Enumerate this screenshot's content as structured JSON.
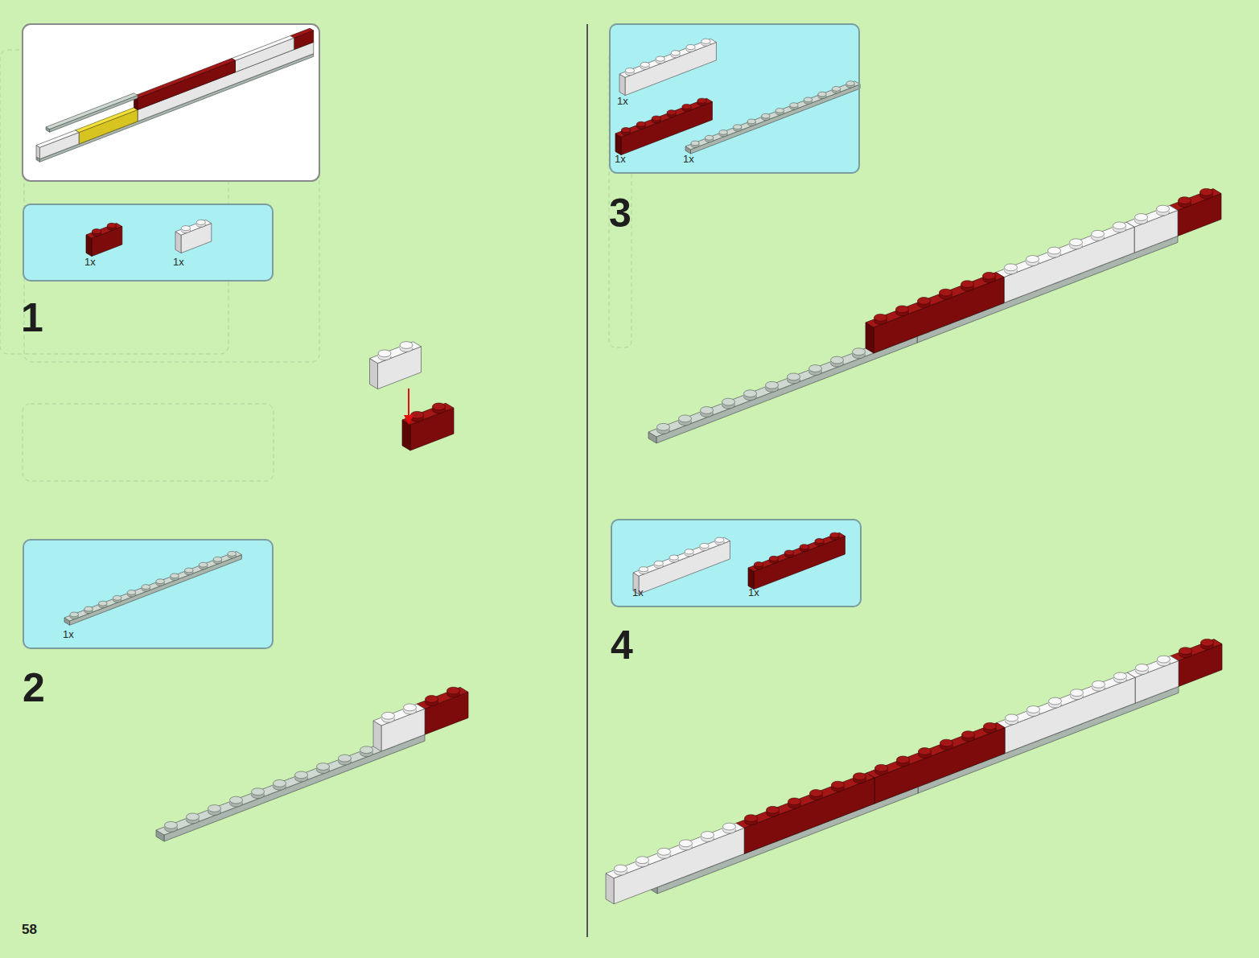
{
  "diagram": {
    "nodes": [
      {
        "text": [
          "1x",
          "1x"
        ]
      },
      {
        "text": [
          "1x"
        ]
      },
      {
        "text": [
          "1x",
          "1x",
          "1x"
        ]
      },
      {
        "text": [
          "1x",
          "1x"
        ]
      }
    ],
    "labels": [
      "1",
      "2",
      "3",
      "4",
      "58"
    ]
  }
}
